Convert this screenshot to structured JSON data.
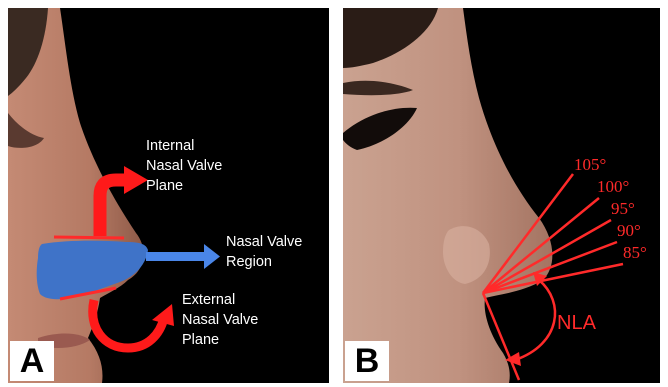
{
  "panel_a": {
    "letter": "A",
    "labels": {
      "internal_line1": "Internal",
      "internal_line2": "Nasal Valve",
      "internal_line3": "Plane",
      "region_line1": "Nasal Valve",
      "region_line2": "Region",
      "external_line1": "External",
      "external_line2": "Nasal Valve",
      "external_line3": "Plane"
    }
  },
  "panel_b": {
    "letter": "B",
    "angles": [
      "105°",
      "100°",
      "95°",
      "90°",
      "85°"
    ],
    "angle_label": "NLA"
  },
  "colors": {
    "annotation_red": "#ff2a2a",
    "valve_region_blue": "#3f73c8",
    "arrow_blue": "#4a86e8",
    "label_white": "#ffffff"
  }
}
